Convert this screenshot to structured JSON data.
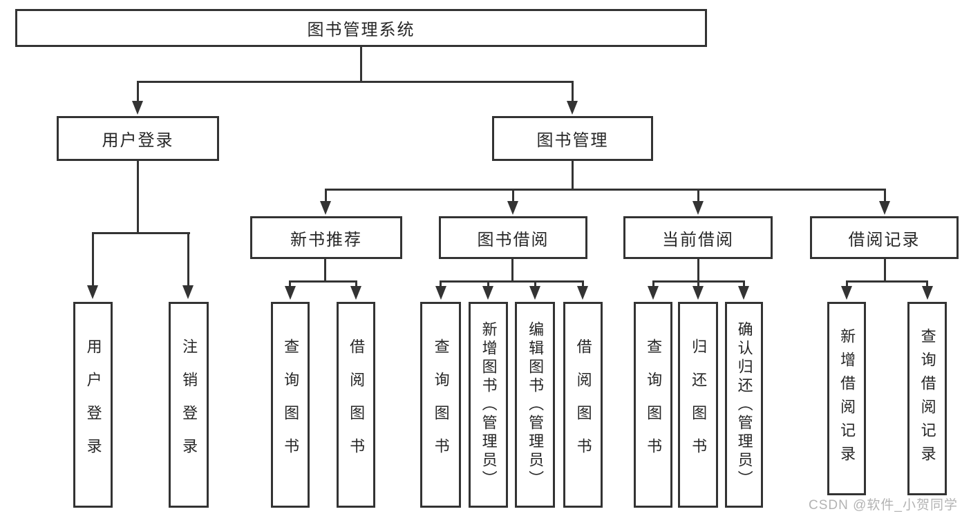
{
  "diagram": {
    "root": "图书管理系统",
    "level2": [
      {
        "label": "用户登录",
        "children": [
          "用户登录",
          "注销登录"
        ]
      },
      {
        "label": "图书管理"
      }
    ],
    "level3": [
      {
        "label": "新书推荐",
        "children": [
          "查询图书",
          "借阅图书"
        ]
      },
      {
        "label": "图书借阅",
        "children": [
          "查询图书",
          "新增图书（管理员）",
          "编辑图书（管理员）",
          "借阅图书"
        ]
      },
      {
        "label": "当前借阅",
        "children": [
          "查询图书",
          "归还图书",
          "确认归还（管理员）"
        ]
      },
      {
        "label": "借阅记录",
        "children": [
          "新增借阅记录",
          "查询借阅记录"
        ]
      }
    ]
  },
  "watermark": "CSDN @软件_小贺同学",
  "colors": {
    "line": "#333333",
    "text": "#262626",
    "watermark": "#b3b3b3",
    "background": "#ffffff"
  }
}
